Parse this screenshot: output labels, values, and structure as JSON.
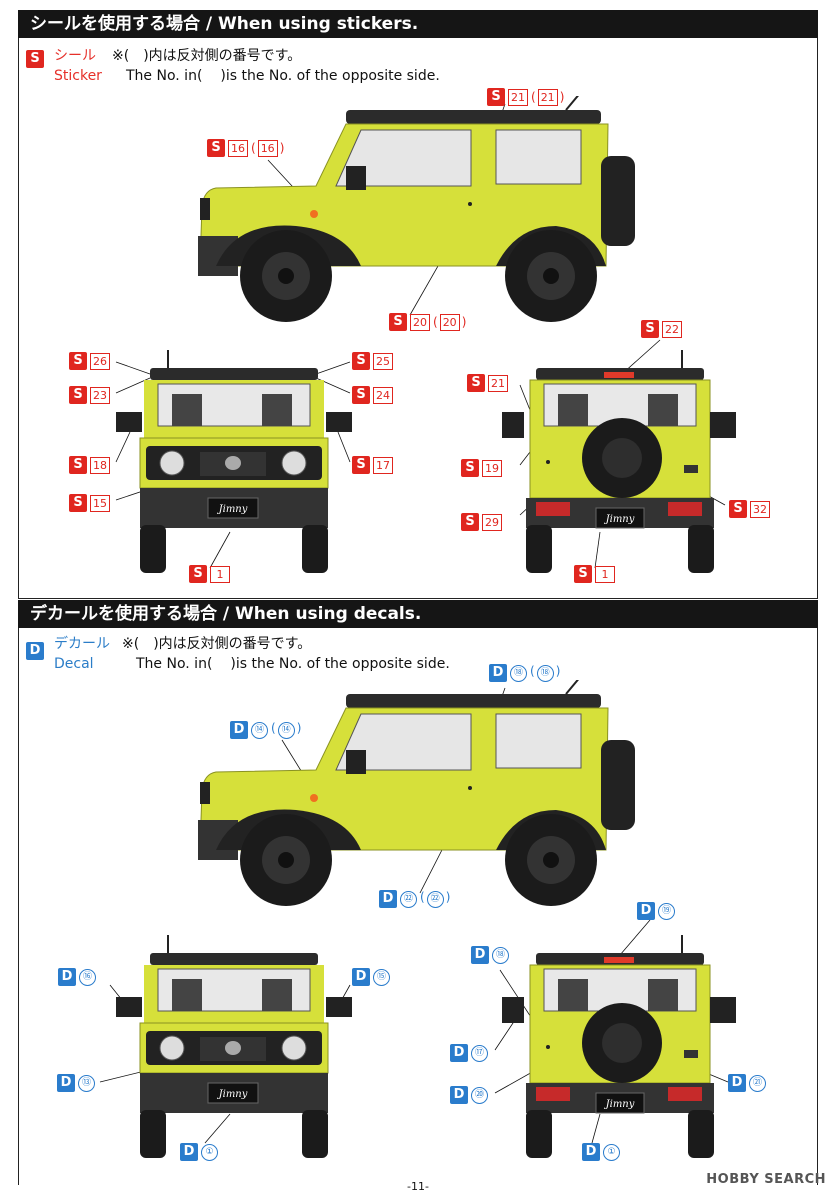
{
  "sections": {
    "stickers": {
      "title": "シールを使用する場合 / When using stickers.",
      "letter": "S",
      "jp": "シール",
      "en": "Sticker",
      "note_jp_prefix": "※(",
      "note_jp_paren_close": ")",
      "note_jp_suffix": "内は反対側の番号です。",
      "note_en_prefix": "The No. in(",
      "note_en_paren_close": ")",
      "note_en_suffix": "is the No. of the opposite side."
    },
    "decals": {
      "title": "デカールを使用する場合 / When using decals.",
      "letter": "D",
      "jp": "デカール",
      "en": "Decal",
      "note_jp_prefix": "※(",
      "note_jp_paren_close": ")",
      "note_jp_suffix": "内は反対側の番号です。",
      "note_en_prefix": "The No. in(",
      "note_en_paren_close": ")",
      "note_en_suffix": "is the No. of the opposite side."
    }
  },
  "sticker_labels": {
    "s21": {
      "num": "21",
      "opp": "21"
    },
    "s16": {
      "num": "16",
      "opp": "16"
    },
    "s20": {
      "num": "20",
      "opp": "20"
    },
    "s26": {
      "num": "26"
    },
    "s25": {
      "num": "25"
    },
    "s23": {
      "num": "23"
    },
    "s24": {
      "num": "24"
    },
    "s18": {
      "num": "18"
    },
    "s17": {
      "num": "17"
    },
    "s15": {
      "num": "15"
    },
    "s1a": {
      "num": "1"
    },
    "s22": {
      "num": "22"
    },
    "s21b": {
      "num": "21"
    },
    "s19": {
      "num": "19"
    },
    "s29": {
      "num": "29"
    },
    "s32": {
      "num": "32"
    },
    "s1b": {
      "num": "1"
    }
  },
  "decal_labels": {
    "d18": {
      "num": "⑱",
      "opp": "⑱"
    },
    "d14": {
      "num": "⑭",
      "opp": "⑭"
    },
    "d22": {
      "num": "㉒",
      "opp": "㉒"
    },
    "d16": {
      "num": "⑯"
    },
    "d15": {
      "num": "⑮"
    },
    "d13": {
      "num": "⑬"
    },
    "d1a": {
      "num": "①"
    },
    "d19": {
      "num": "⑲"
    },
    "d18b": {
      "num": "⑱"
    },
    "d17": {
      "num": "⑰"
    },
    "d20": {
      "num": "⑳"
    },
    "d21": {
      "num": "㉑"
    },
    "d1b": {
      "num": "①"
    }
  },
  "car": {
    "body_color": "#d6e03a",
    "roof_color": "#2b2b2b",
    "grille_text": "Jimny"
  },
  "colors": {
    "sticker_red": "#e0261f",
    "decal_blue": "#2a7ccc",
    "header_bg": "#151515"
  },
  "footer": {
    "page": "-11-",
    "watermark": "HOBBY SEARCH"
  }
}
